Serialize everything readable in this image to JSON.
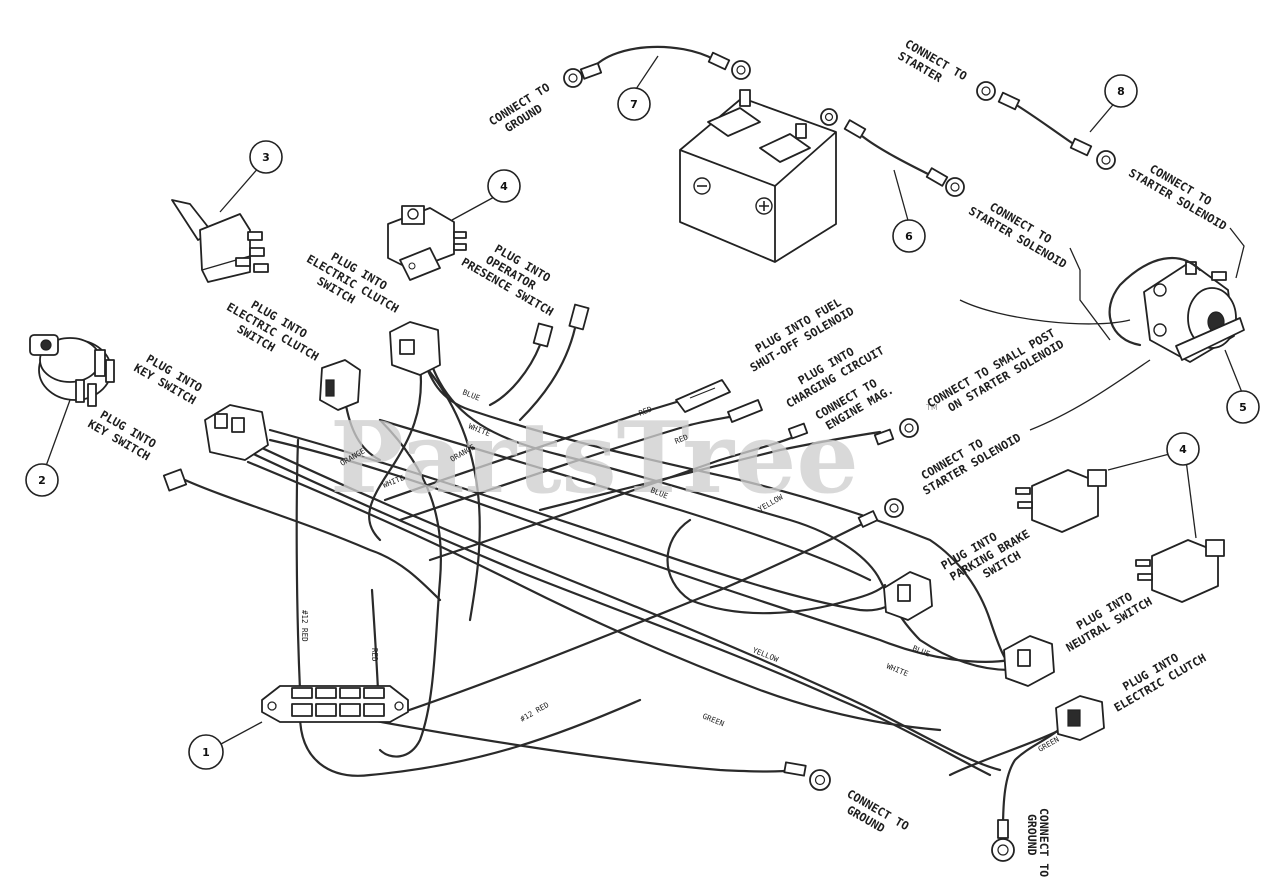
{
  "watermark": "PartsTree",
  "trademark": "TM",
  "callouts": [
    "1",
    "2",
    "3",
    "4",
    "4",
    "5",
    "6",
    "7",
    "8"
  ],
  "labels": {
    "ground_top": [
      "CONNECT TO",
      "GROUND"
    ],
    "starter": [
      "CONNECT TO",
      "STARTER"
    ],
    "starter_solenoid_a": [
      "CONNECT TO",
      "STARTER SOLENOID"
    ],
    "starter_solenoid_b": [
      "CONNECT TO",
      "STARTER SOLENOID"
    ],
    "opp_switch": [
      "PLUG INTO",
      "OPERATOR",
      "PRESENCE SWITCH"
    ],
    "clutch_switch_a": [
      "PLUG INTO",
      "ELECTRIC CLUTCH",
      "SWITCH"
    ],
    "clutch_switch_b": [
      "PLUG INTO",
      "ELECTRIC CLUTCH",
      "SWITCH"
    ],
    "key_switch_a": [
      "PLUG INTO",
      "KEY SWITCH"
    ],
    "key_switch_b": [
      "PLUG INTO",
      "KEY SWITCH"
    ],
    "fuel": [
      "PLUG INTO FUEL",
      "SHUT-OFF SOLENOID"
    ],
    "charging": [
      "PLUG INTO",
      "CHARGING CIRCUIT"
    ],
    "engine_mag": [
      "CONNECT TO",
      "ENGINE MAG."
    ],
    "small_post": [
      "CONNECT TO SMALL POST",
      "ON STARTER SOLENOID"
    ],
    "starter_solenoid_c": [
      "CONNECT TO",
      "STARTER SOLENOID"
    ],
    "parking_brake": [
      "PLUG INTO",
      "PARKING BRAKE",
      "SWITCH"
    ],
    "neutral": [
      "PLUG INTO",
      "NEUTRAL SWITCH"
    ],
    "electric_clutch": [
      "PLUG INTO",
      "ELECTRIC CLUTCH"
    ],
    "ground_mid": [
      "CONNECT TO",
      "GROUND"
    ],
    "ground_bottom": [
      "CONNECT TO",
      "GROUND"
    ]
  },
  "wire_labels": {
    "red_a": "RED",
    "red_b": "RED",
    "blue_a": "BLUE",
    "blue_b": "BLUE",
    "blue_c": "BLUE",
    "white_a": "WHITE",
    "white_b": "WHITE",
    "white_c": "WHITE",
    "orange_a": "ORANGE",
    "orange_b": "ORANGE",
    "yellow_a": "YELLOW",
    "yellow_b": "YELLOW",
    "green_a": "GREEN",
    "green_b": "GREEN",
    "red12_a": "#12 RED",
    "red12_b": "#12 RED",
    "red_c": "RED"
  }
}
